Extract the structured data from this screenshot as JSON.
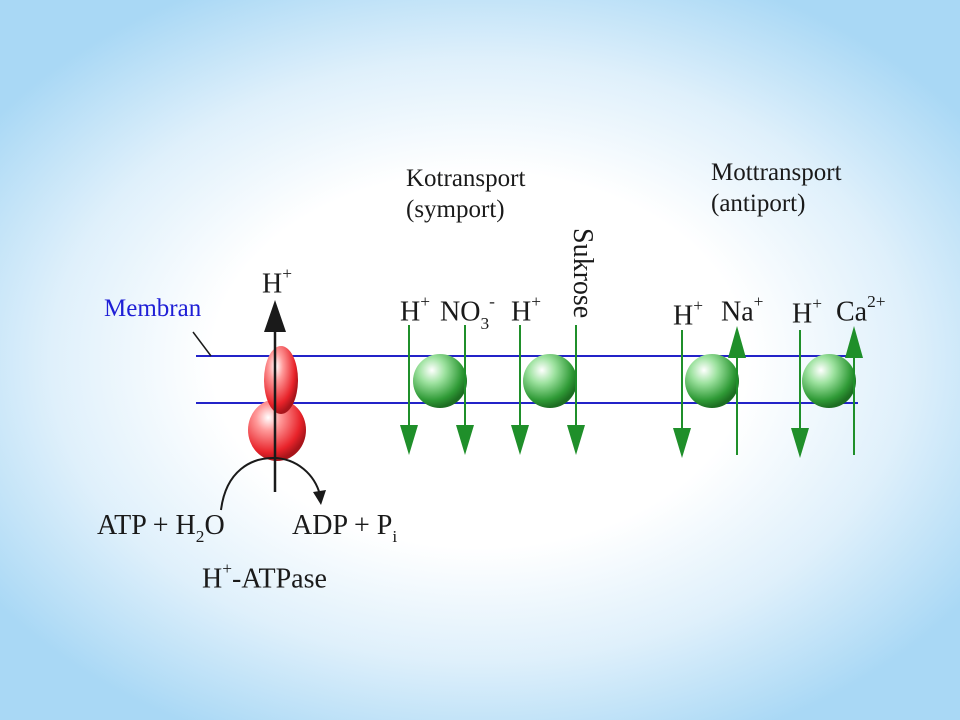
{
  "labels": {
    "kotransport_line1": "Kotransport",
    "kotransport_line2": "(symport)",
    "mottransport_line1": "Mottransport",
    "mottransport_line2": "(antiport)",
    "membran": "Membran",
    "sukrose": "Sukrose",
    "h": "H",
    "plus": "+",
    "no": "NO",
    "sub3": "3",
    "minus": "-",
    "na": "Na",
    "ca": "Ca",
    "two_plus": "2+",
    "atp": "ATP + H",
    "sub2": "2",
    "o": "O",
    "adp": "ADP + P",
    "subi": "i",
    "atpase": "-ATPase"
  },
  "colors": {
    "membrane_line": "#2323c8",
    "membran_text": "#1f1fd6",
    "pump": "#e8232a",
    "carrier": "#23a03a",
    "arrow_green": "#1f8f2a",
    "text": "#1a1a1a"
  }
}
